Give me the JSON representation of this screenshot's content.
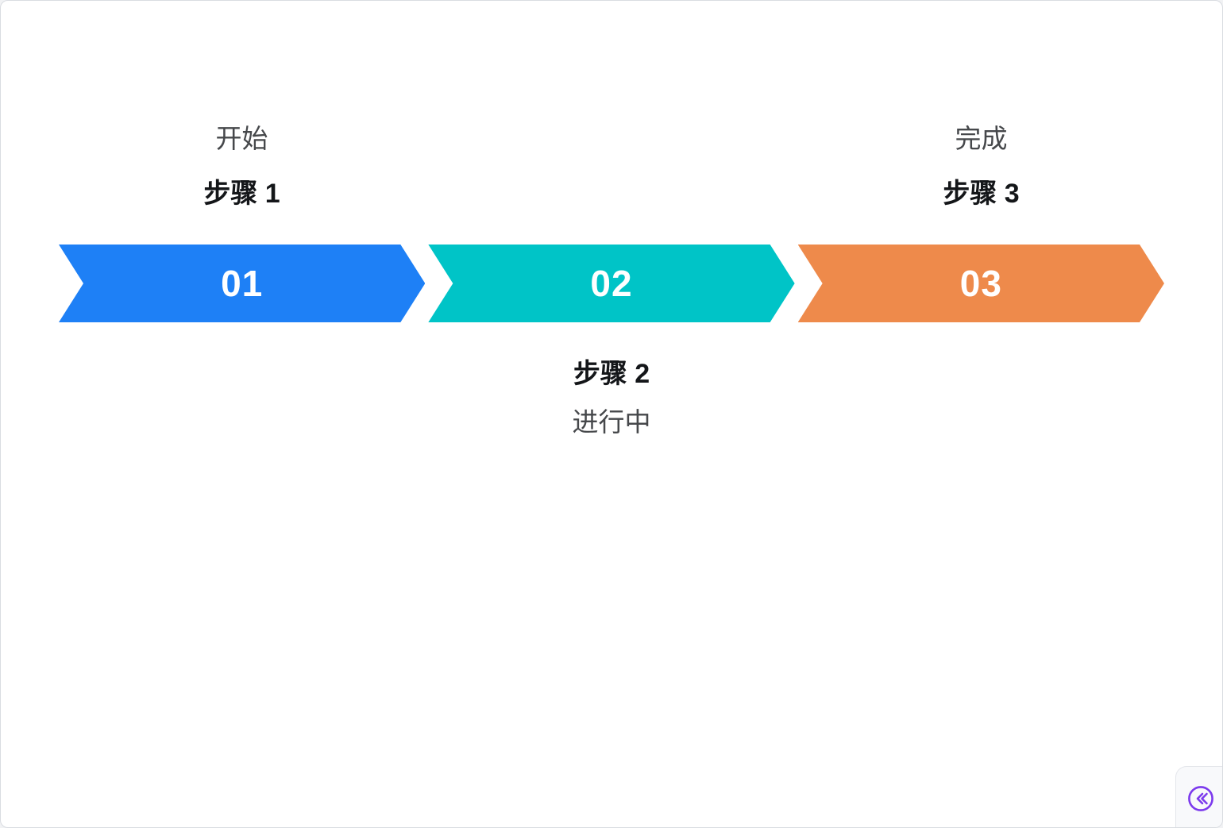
{
  "process_flow": {
    "steps": [
      {
        "number": "01",
        "title": "步骤 1",
        "subtitle": "开始",
        "color": "#1e80f6",
        "label_position": "top"
      },
      {
        "number": "02",
        "title": "步骤 2",
        "subtitle": "进行中",
        "color": "#00c4c7",
        "label_position": "bottom"
      },
      {
        "number": "03",
        "title": "步骤 3",
        "subtitle": "完成",
        "color": "#ee8a4b",
        "label_position": "top"
      }
    ]
  },
  "corner_widget": {
    "icon": "double-chevron-left-icon",
    "icon_color": "#7c3aed"
  },
  "colors": {
    "page_background": "#ffffff",
    "outer_background": "#f1f2f4",
    "page_border": "#d9dce1",
    "number_text": "#ffffff",
    "subtitle_text": "#46484b",
    "title_text": "#141619",
    "panel_background": "#f8f9fb",
    "panel_border": "#e4e6eb"
  }
}
